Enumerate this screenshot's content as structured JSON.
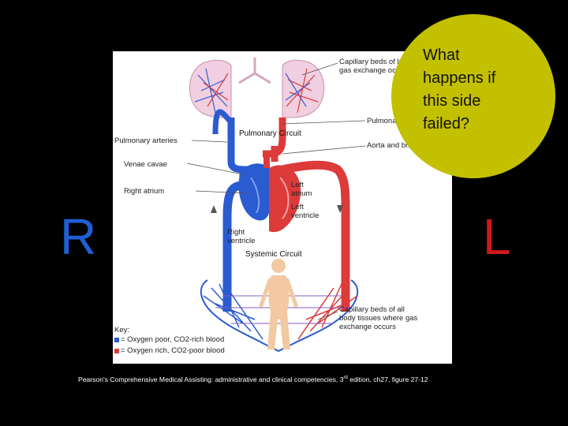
{
  "slide": {
    "letter_right_side": "R",
    "letter_left_side": "L",
    "callout_text": "What\nhappens if\nthis side\nfailed?",
    "caption": {
      "before": "Pearson's Comprehensive Medical Assisting: administrative and clinical competencies, 3",
      "superscript": "rd",
      "after": " edition, ch27, figure 27-12"
    },
    "colors": {
      "background": "#000000",
      "callout": "#c3c000",
      "right_letter": "#1f5fd6",
      "left_letter": "#d11818",
      "oxygen_poor": "#2a5bd0",
      "oxygen_rich": "#dd3a3a"
    }
  },
  "diagram": {
    "labels": {
      "capillary_lungs": "Capillary beds of lungs where\ngas exchange occurs",
      "pulmonary_veins": "Pulmonary veins",
      "pulmonary_circuit": "Pulmonary Circuit",
      "aorta": "Aorta and branches",
      "pulmonary_arteries": "Pulmonary arteries",
      "venae_cavae": "Venae cavae",
      "right_atrium": "Right atrium",
      "left_atrium": "Left\natrium",
      "left_ventricle": "Left\nventricle",
      "right_ventricle": "Right\nventricle",
      "systemic_circuit": "Systemic Circuit",
      "capillary_body": "Capillary beds of all\nbody tissues where gas\nexchange occurs"
    },
    "key": {
      "title": "Key:",
      "items": [
        {
          "label": "= Oxygen poor, CO2-rich blood",
          "color": "#2a5bd0"
        },
        {
          "label": "= Oxygen rich, CO2-poor blood",
          "color": "#dd3a3a"
        }
      ]
    }
  }
}
